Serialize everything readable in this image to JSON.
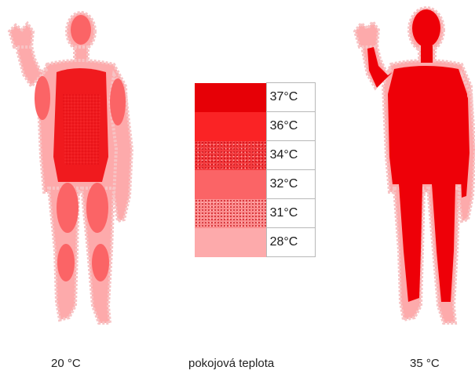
{
  "legend": [
    {
      "label": "37°C",
      "color": "#e60006",
      "speckled": false
    },
    {
      "label": "36°C",
      "color": "#fa2325",
      "speckled": false
    },
    {
      "label": "34°C",
      "color": "#f43c3f",
      "speckled": true
    },
    {
      "label": "32°C",
      "color": "#fb6466",
      "speckled": false
    },
    {
      "label": "31°C",
      "color": "#fb8c8d",
      "speckled": true
    },
    {
      "label": "28°C",
      "color": "#fdaaab",
      "speckled": false
    }
  ],
  "captions": {
    "left": "20 °C",
    "middle": "pokojová teplota",
    "right": "35 °C"
  },
  "colors": {
    "outline": "#f7c4c5",
    "skin": "#fdaaab",
    "warm": "#fb6466",
    "core_cool": "#f01a1e",
    "core_hot": "#ee0008"
  }
}
